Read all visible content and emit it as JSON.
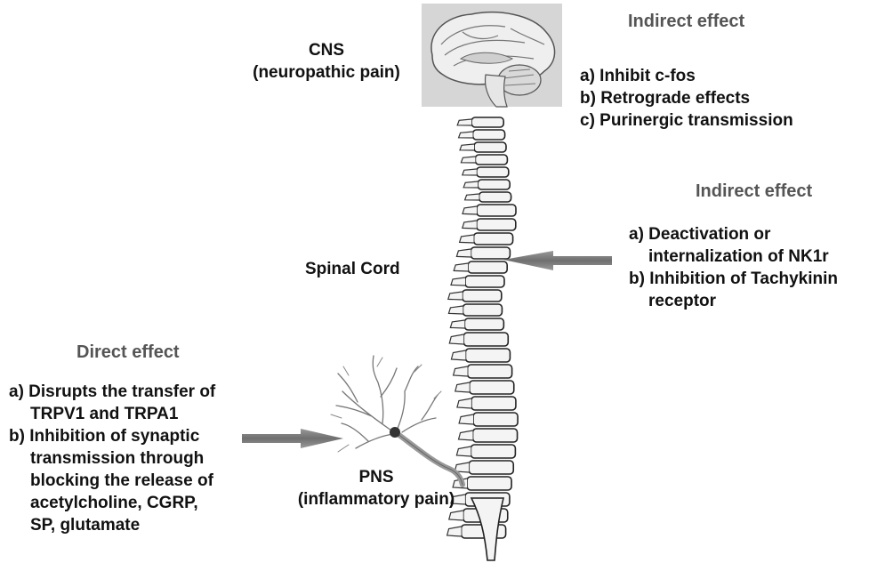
{
  "cns": {
    "line1": "CNS",
    "line2": "(neuropathic pain)"
  },
  "brain_effects": {
    "heading": "Indirect effect",
    "items": [
      "a) Inhibit c-fos",
      "b) Retrograde effects",
      "c) Purinergic transmission"
    ]
  },
  "spinal_cord": {
    "label": "Spinal Cord"
  },
  "spinal_effects": {
    "heading": "Indirect effect",
    "items": [
      "a) Deactivation or",
      "internalization of NK1r",
      "b) Inhibition of Tachykinin",
      "receptor"
    ]
  },
  "pns_effects": {
    "heading": "Direct effect",
    "items": [
      "a) Disrupts the transfer of",
      "TRPV1 and TRPA1",
      "b) Inhibition of synaptic",
      "transmission through",
      "blocking the release of",
      "acetylcholine, CGRP,",
      "SP, glutamate"
    ]
  },
  "pns": {
    "line1": "PNS",
    "line2": "(inflammatory pain)"
  },
  "colors": {
    "text": "#111111",
    "heading": "#555555",
    "arrow": "#7a7a7a",
    "brain_bg": "#d8d8d8",
    "bone": "#f4f4f4"
  }
}
